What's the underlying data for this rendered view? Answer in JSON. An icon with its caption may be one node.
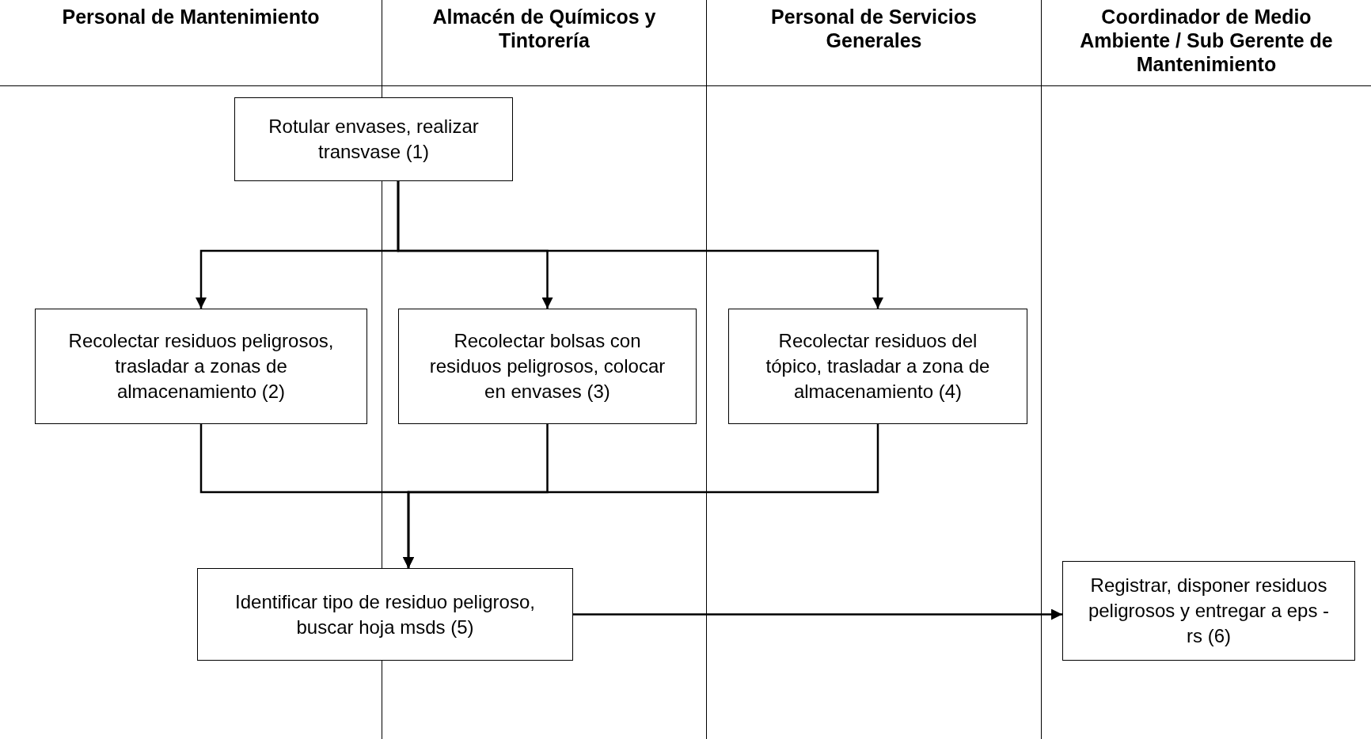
{
  "diagram": {
    "nodes": [
      {
        "text": [
          "Personal de Mantenimiento"
        ]
      },
      {
        "text": [
          "Almacén de Químicos y Tintorería"
        ]
      },
      {
        "text": [
          "Personal de Servicios Generales"
        ]
      },
      {
        "text": [
          "Coordinador de Medio Ambiente / Sub Gerente de Mantenimiento"
        ]
      },
      {
        "text": [
          "Rotular envases, realizar transvase (1)"
        ]
      },
      {
        "text": [
          "Recolectar residuos peligrosos, trasladar a zonas de almacenamiento (2)"
        ],
        "in": 0
      },
      {
        "text": [
          "Recolectar bolsas con residuos peligrosos, colocar en envases (3)"
        ],
        "in": 1
      },
      {
        "text": [
          "Recolectar residuos del tópico, trasladar a zona de almacenamiento (4)"
        ],
        "in": 2
      },
      {
        "text": [
          "Identificar tipo de residuo peligroso, buscar hoja msds (5)"
        ]
      },
      {
        "text": [
          "Registrar, disponer residuos peligrosos y entregar a eps - rs (6)"
        ],
        "in": 3
      }
    ],
    "edges": [
      {
        "from": 4,
        "to": 5,
        "arrow": "to"
      },
      {
        "from": 4,
        "to": 6,
        "arrow": "to"
      },
      {
        "from": 4,
        "to": 7,
        "arrow": "to"
      },
      {
        "from": 5,
        "to": 8,
        "arrow": "to"
      },
      {
        "from": 6,
        "to": 8,
        "arrow": "to"
      },
      {
        "from": 7,
        "to": 8,
        "arrow": "to"
      },
      {
        "from": 8,
        "to": 9,
        "arrow": "to"
      }
    ]
  }
}
